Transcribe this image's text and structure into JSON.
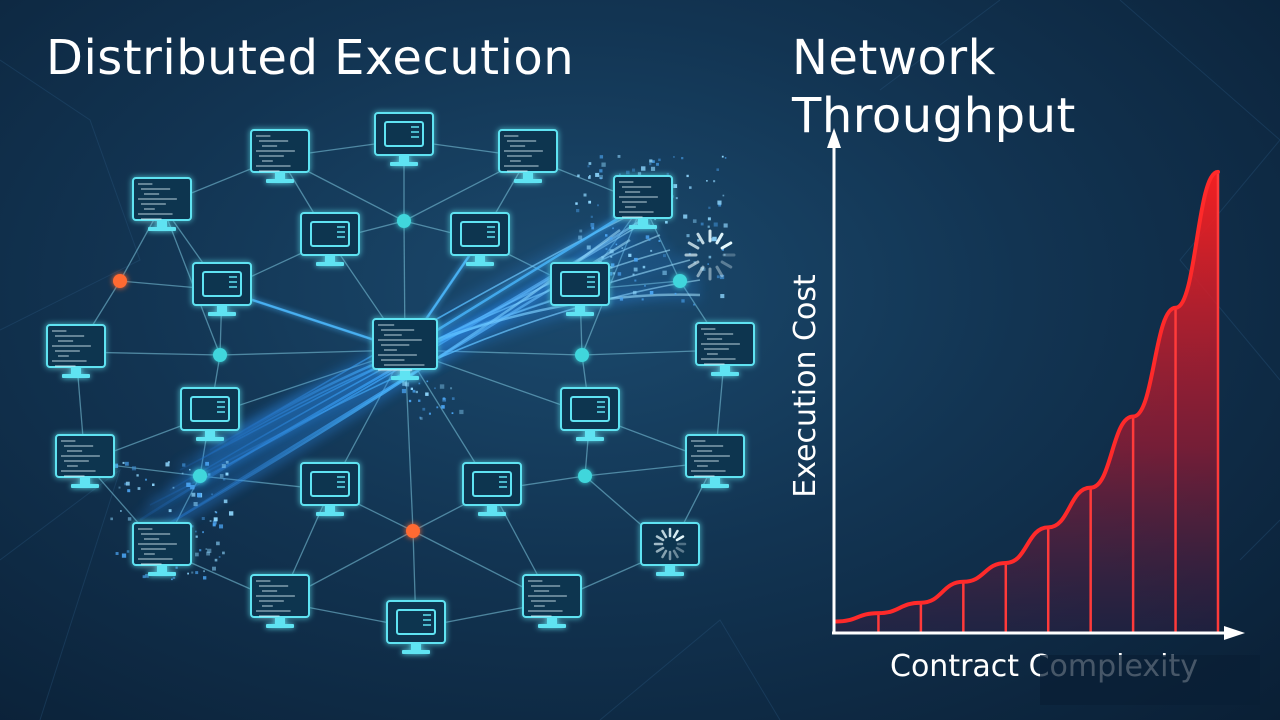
{
  "left_panel": {
    "title": "Distributed Execution",
    "accent_color": "#5fe3f2",
    "stream_color": "#3aa8ff",
    "alert_node_color": "#ff6a33"
  },
  "right_panel": {
    "title": "Network Throughput",
    "chart_data": {
      "type": "area",
      "ylabel": "Execution Cost",
      "xlabel": "Contract Complexity",
      "x": [
        0,
        1,
        2,
        3,
        4,
        5,
        6,
        7,
        8,
        9
      ],
      "values": [
        5,
        9,
        14,
        24,
        33,
        50,
        69,
        103,
        155,
        220
      ],
      "ylim": [
        0,
        240
      ],
      "color": "#ff2a2a",
      "grid": false
    }
  }
}
